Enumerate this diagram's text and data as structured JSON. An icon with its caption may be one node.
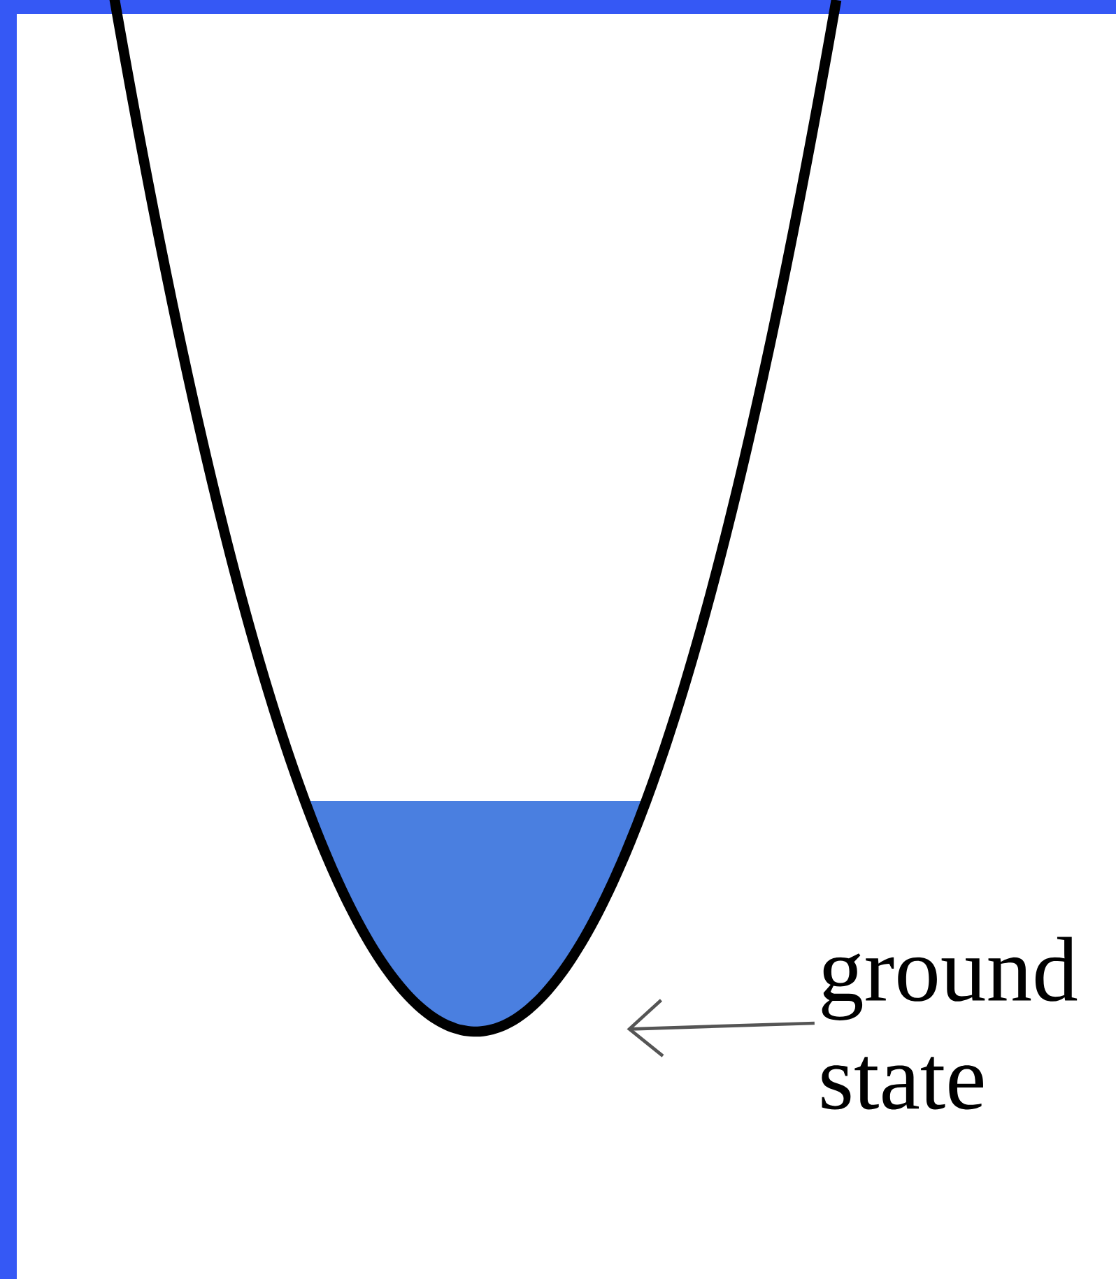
{
  "diagram": {
    "nodes": [
      {
        "text": [
          "ground state"
        ]
      },
      {
        "text": [],
        "shape": "picture"
      }
    ],
    "edges": [
      {
        "from": 0,
        "to": 1,
        "arrow": "to"
      }
    ]
  }
}
